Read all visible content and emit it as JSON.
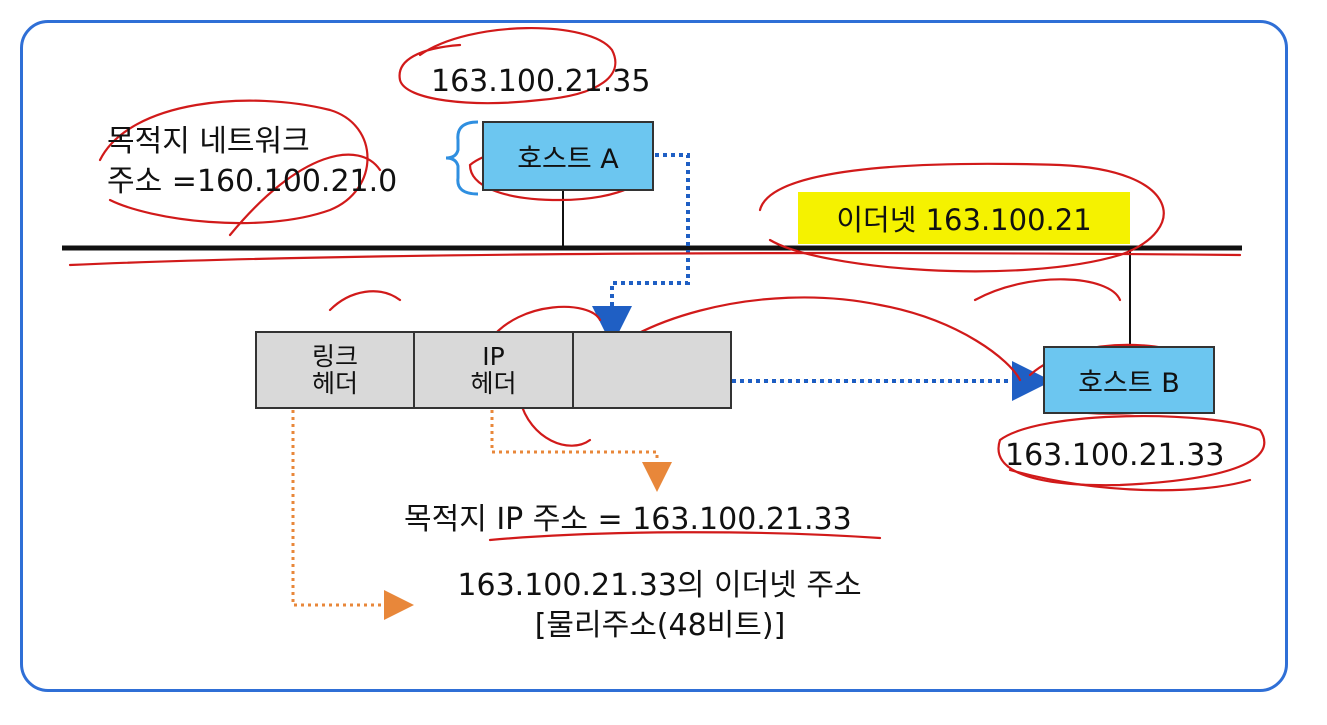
{
  "host_a": {
    "ip": "163.100.21.35",
    "label": "호스트 A"
  },
  "dest_network": {
    "line1": "목적지 네트워크",
    "line2": "주소 =160.100.21.0"
  },
  "ethernet": {
    "label": "이더넷 163.100.21"
  },
  "host_b": {
    "label": "호스트 B",
    "ip": "163.100.21.33"
  },
  "packet": {
    "link_header_line1": "링크",
    "link_header_line2": "헤더",
    "ip_header_line1": "IP",
    "ip_header_line2": "헤더",
    "payload": ""
  },
  "annotations": {
    "dest_ip": "목적지 IP 주소 = 163.100.21.33",
    "ether_addr_line1": "163.100.21.33의 이더넷 주소",
    "ether_addr_line2": "[물리주소(48비트)]"
  },
  "colors": {
    "frame": "#2f6fd6",
    "host_fill": "#6cc6f0",
    "ethernet_highlight": "#f5f200",
    "blue_arrow": "#1f5fc4",
    "orange_arrow": "#e8873a",
    "handwriting": "#d11a1a"
  }
}
